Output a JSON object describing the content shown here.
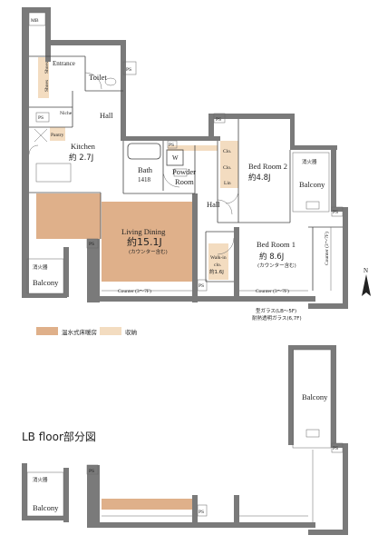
{
  "labels": {
    "mb": "MB",
    "ps": "PS",
    "entrance": "Entrance",
    "toilet": "Toilet",
    "shoes1": "Shoes",
    "shoes2": "Shoes",
    "niche": "Niche",
    "hall": "Hall",
    "hall2": "Hall",
    "pantry": "Pantry",
    "kitchen": "Kitchen",
    "kitchen_area": "約 2.7J",
    "bath": "Bath",
    "bath_size": "1418",
    "powder": "Powder",
    "powder2": "Room",
    "w": "W",
    "clo1": "Clo.",
    "clo2": "Clo.",
    "lin": "Lin",
    "bed2": "Bed Room 2",
    "bed2_area": "約4.8J",
    "balcony_top": "Balcony",
    "living": "Living Dining",
    "living_area": "約15.1J",
    "living_note": "(カウンター含む)",
    "walkin1": "Walk-in",
    "walkin2": "clo.",
    "walkin_area": "約1.6J",
    "bed1": "Bed Room 1",
    "bed1_area": "約 8.6J",
    "bed1_note": "(カウンター含む)",
    "balcony_left": "Balcony",
    "counter_left": "Counter (3～7F)",
    "counter_right": "Counter (3～7F)",
    "counter_side": "Counter (3～7F)",
    "glass1": "型ガラス(LB～5F)",
    "glass2": "耐熱透明ガラス(6,7F)",
    "fire_equip": "消火器",
    "lb_balcony": "Balcony",
    "lb_balcony_left": "Balcony",
    "lb_fire_equip": "消火器"
  },
  "legend": {
    "floor_heating": "温水式床暖房",
    "storage": "収納",
    "floor_heating_color": "#dfb08a",
    "storage_color": "#f3dcc0"
  },
  "section_title": "LB floor部分図",
  "compass": "N"
}
